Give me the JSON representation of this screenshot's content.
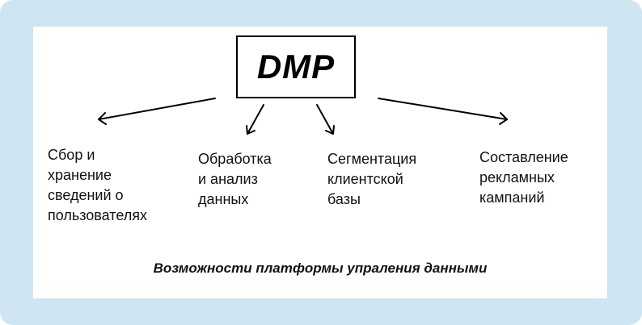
{
  "title": "DMP",
  "branches": [
    {
      "lines": [
        "Сбор и",
        "хранение",
        "сведений о",
        "пользователях"
      ]
    },
    {
      "lines": [
        "Обработка",
        "и анализ",
        "данных"
      ]
    },
    {
      "lines": [
        "Сегментация",
        "клиентской",
        "базы"
      ]
    },
    {
      "lines": [
        "Составление",
        "рекламных",
        "кампаний"
      ]
    }
  ],
  "caption": "Возможности платформы упраления данными",
  "colors": {
    "background": "#cfe5f2",
    "panel": "#ffffff",
    "ink": "#000000"
  }
}
